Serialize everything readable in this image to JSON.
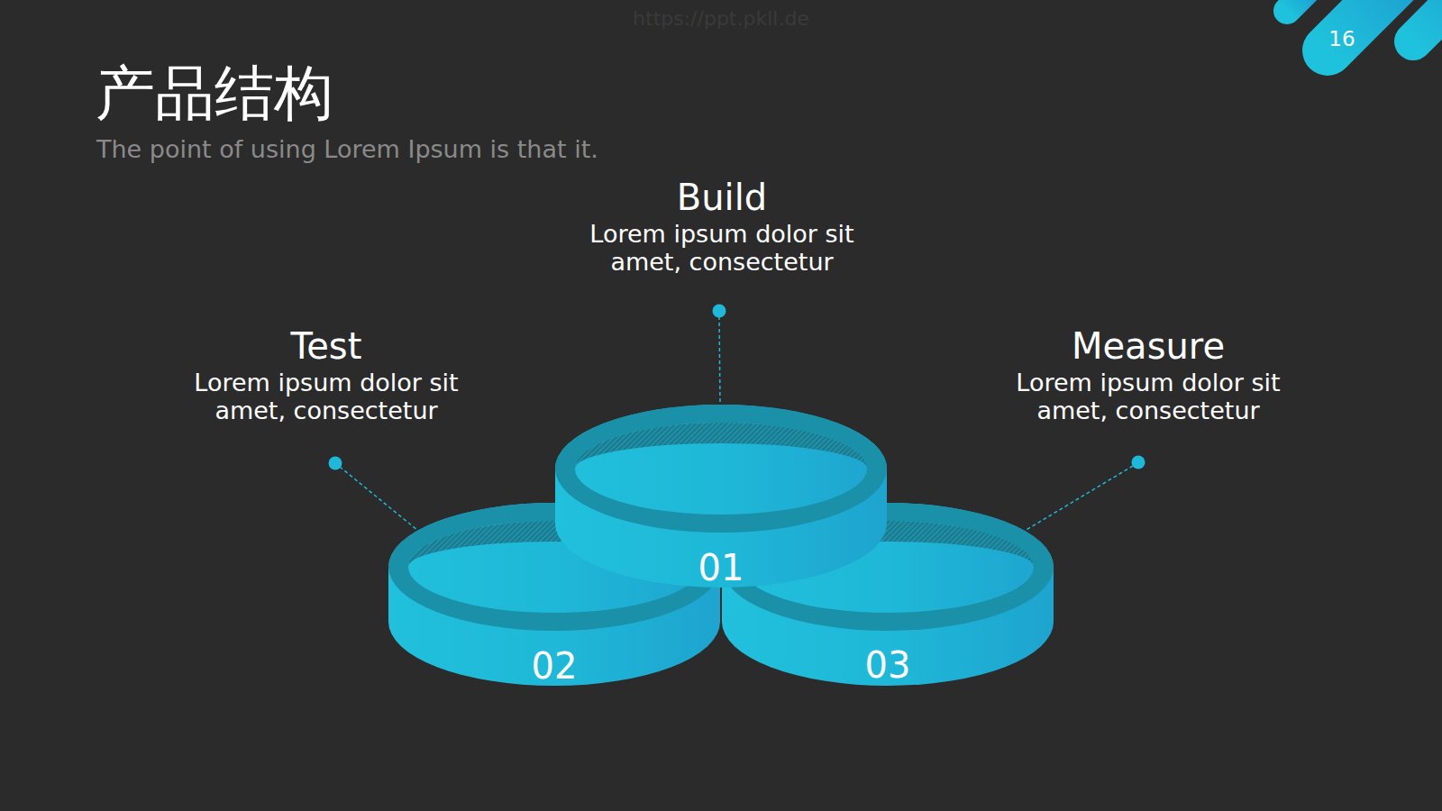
{
  "diagram": {
    "title": "产品结构",
    "nodes": [
      {
        "text": [
          "01"
        ]
      },
      {
        "text": [
          "02"
        ]
      },
      {
        "text": [
          "03"
        ]
      }
    ],
    "labels": [
      "https://ppt.pkll.de",
      "16",
      "The point of using Lorem Ipsum is that it.",
      "Build",
      "Lorem ipsum dolor sit amet, consectetur",
      "Test",
      "Lorem ipsum dolor sit amet, consectetur",
      "Measure",
      "Lorem ipsum dolor sit amet, consectetur"
    ]
  }
}
